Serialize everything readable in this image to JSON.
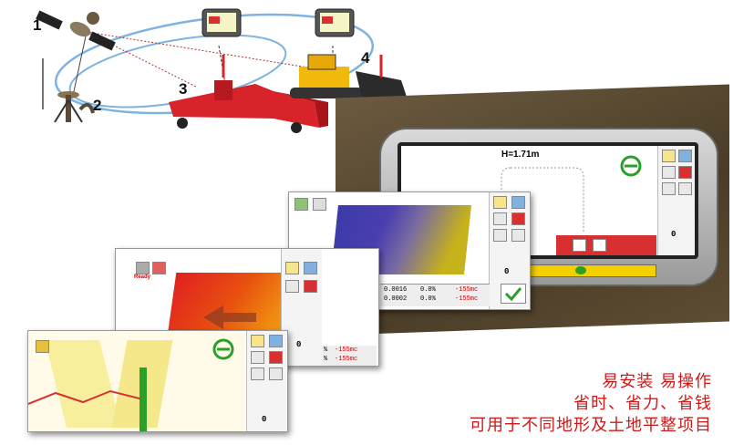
{
  "diagram": {
    "labels": [
      "1",
      "2",
      "3",
      "4"
    ]
  },
  "screens": {
    "big": {
      "height_readout": "H=1.71m",
      "value_zero": "0"
    },
    "mid": {
      "rows": [
        {
          "a": "0.0016",
          "b": "0.0%",
          "c": "-155mc"
        },
        {
          "a": "0.0002",
          "b": "0.0%",
          "c": "-155mc"
        }
      ],
      "value_zero": "0"
    },
    "small": {
      "status": "Ready",
      "rows": [
        {
          "a": "%",
          "c": "-155mc"
        },
        {
          "a": "%",
          "c": "-155mc"
        }
      ],
      "value_zero": "0"
    },
    "front": {
      "value_zero": "0"
    }
  },
  "slogan": {
    "line1": "易安装 易操作",
    "line2": "省时、省力、省钱",
    "line3": "可用于不同地形及土地平整项目"
  },
  "colors": {
    "slogan": "#cc1a1a",
    "blade_red": "#d8232a",
    "dozer_yellow": "#f2b90d",
    "screen_green": "#2aa02a",
    "terrain_blue": "#3a3aa8"
  }
}
